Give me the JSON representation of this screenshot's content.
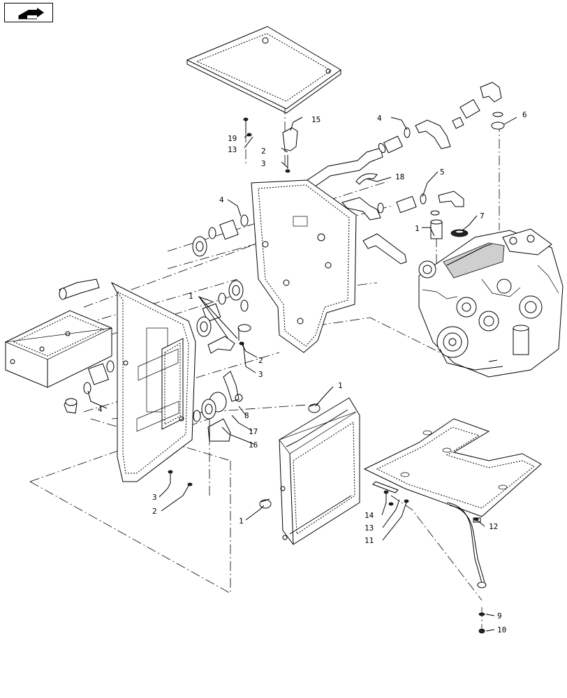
{
  "navigation": {
    "icon": "next-page-arrow-icon"
  },
  "callouts": {
    "c1a": "1",
    "c1b": "1",
    "c1c": "1",
    "c1d": "1",
    "c2a": "2",
    "c2b": "2",
    "c2c": "2",
    "c3a": "3",
    "c3b": "3",
    "c3c": "3",
    "c4a": "4",
    "c4b": "4",
    "c4c": "4",
    "c5": "5",
    "c6": "6",
    "c7": "7",
    "c8": "8",
    "c9": "9",
    "c10": "10",
    "c11": "11",
    "c12": "12",
    "c13a": "13",
    "c13b": "13",
    "c14": "14",
    "c15": "15",
    "c16": "16",
    "c17": "17",
    "c18": "18",
    "c19": "19"
  }
}
